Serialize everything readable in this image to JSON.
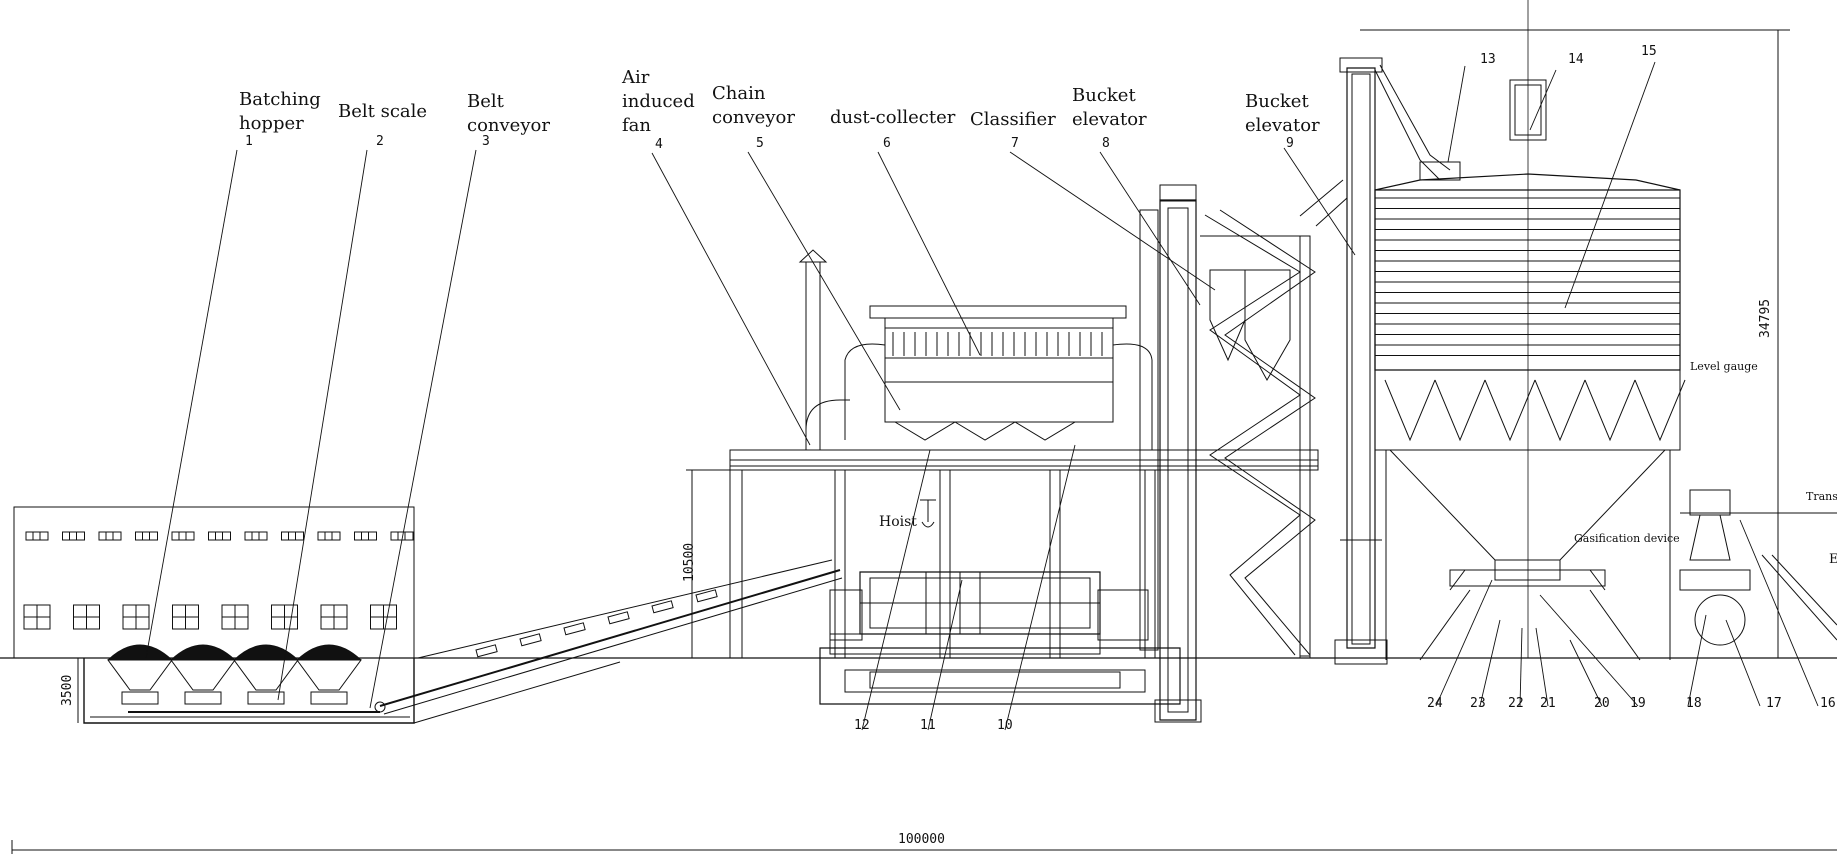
{
  "labels": {
    "l1": "Batching",
    "l1b": "hopper",
    "l2": "Belt scale",
    "l3": "Belt",
    "l3b": "conveyor",
    "l4": "Air",
    "l4b": "induced",
    "l4c": "fan",
    "l5": "Chain",
    "l5b": "conveyor",
    "l6": "dust-collecter",
    "l7": "Classifier",
    "l8": "Bucket",
    "l8b": "elevator",
    "l9": "Bucket",
    "l9b": "elevator",
    "hoist": "Hoist",
    "level_gauge": "Level gauge",
    "gasification": "Gasification device",
    "transit": "Transit",
    "e": "E"
  },
  "numbers": {
    "n1": "1",
    "n2": "2",
    "n3": "3",
    "n4": "4",
    "n5": "5",
    "n6": "6",
    "n7": "7",
    "n8": "8",
    "n9": "9",
    "n10": "10",
    "n11": "11",
    "n12": "12",
    "n13": "13",
    "n14": "14",
    "n15": "15",
    "n16": "16",
    "n17": "17",
    "n18": "18",
    "n19": "19",
    "n20": "20",
    "n21": "21",
    "n22": "22",
    "n23": "23",
    "n24": "24"
  },
  "dimensions": {
    "total_length": "100000",
    "platform_height": "10500",
    "pit_depth": "3500",
    "silo_height": "34795"
  }
}
